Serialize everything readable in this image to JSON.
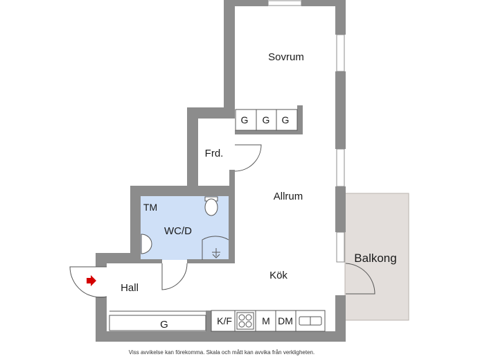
{
  "rooms": {
    "sovrum": "Sovrum",
    "frd": "Frd.",
    "allrum": "Allrum",
    "tm": "TM",
    "wcd": "WC/D",
    "kok": "Kök",
    "hall": "Hall",
    "balkong": "Balkong"
  },
  "storage": {
    "g1": "G",
    "g2": "G",
    "g3": "G",
    "g_hall": "G"
  },
  "kitchen": {
    "kf": "K/F",
    "m": "M",
    "dm": "DM"
  },
  "disclaimer": "Viss avvikelse kan förekomma. Skala och mått kan avvika från verkligheten.",
  "colors": {
    "wall": "#8c8c8c",
    "bathroom": "#cfe0f7",
    "balcony": "#e3dedb",
    "entry_arrow": "#d40000"
  },
  "icons": {
    "entry": "entry-arrow-icon",
    "toilet": "toilet-icon",
    "sink": "sink-icon",
    "shower": "shower-icon",
    "stove": "stove-icon"
  }
}
